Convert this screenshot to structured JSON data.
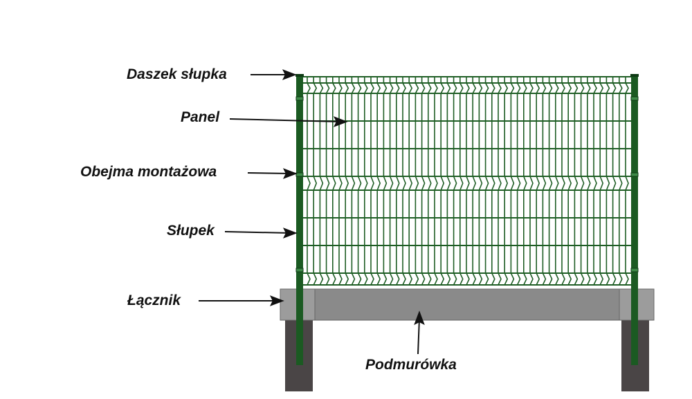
{
  "labels": {
    "cap": "Daszek słupka",
    "panel": "Panel",
    "clamp": "Obejma montażowa",
    "post": "Słupek",
    "connector": "Łącznik",
    "base": "Podmurówka"
  },
  "colors": {
    "wire": "#1f5e25",
    "post": "#1b5a22",
    "base": "#8a8a8a",
    "connector": "#999999",
    "footing": "#4a4546"
  }
}
